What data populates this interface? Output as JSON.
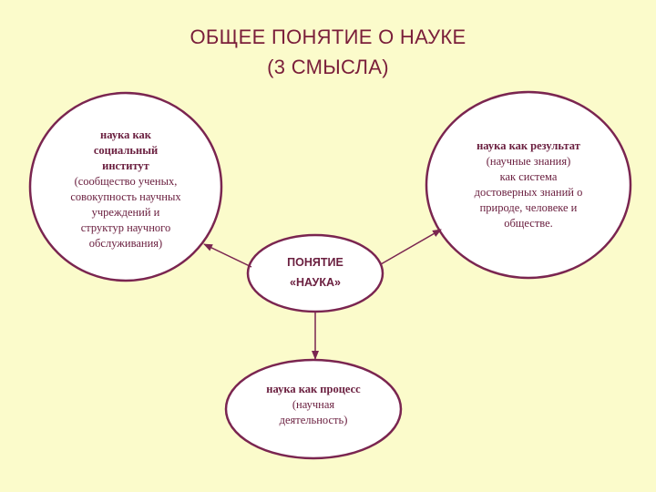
{
  "title": {
    "line1": "ОБЩЕЕ ПОНЯТИЕ О НАУКЕ",
    "line2": "(3 СМЫСЛА)"
  },
  "center": {
    "line1": "ПОНЯТИЕ",
    "line2": "«НАУКА»"
  },
  "social": {
    "head1": "наука как",
    "head2": "социальный",
    "head3": "институт",
    "desc1": "(сообщество ученых,",
    "desc2": "совокупность научных",
    "desc3": "учреждений и",
    "desc4": "структур научного",
    "desc5": "обслуживания)"
  },
  "result": {
    "head": "наука как результат",
    "desc1": "(научные знания)",
    "desc2": "как система",
    "desc3": "достоверных знаний о",
    "desc4": "природе, человеке и",
    "desc5": "обществе."
  },
  "process": {
    "head": "наука как процесс",
    "desc1": "(научная",
    "desc2": "деятельность)"
  },
  "colors": {
    "background": "#FBFBCB",
    "outline": "#7A2550",
    "text": "#6B2040"
  }
}
